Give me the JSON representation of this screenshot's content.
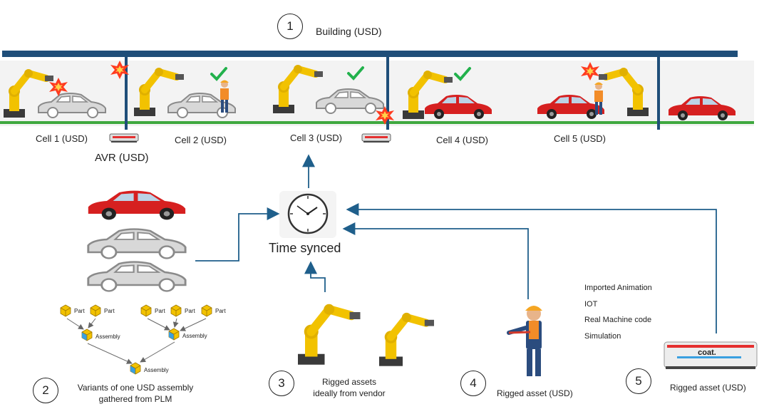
{
  "building": {
    "number": "1",
    "label": "Building (USD)"
  },
  "cells": [
    {
      "label": "Cell 1 (USD)"
    },
    {
      "label": "Cell 2 (USD)"
    },
    {
      "label": "Cell 3 (USD)"
    },
    {
      "label": "Cell 4 (USD)"
    },
    {
      "label": "Cell 5 (USD)"
    }
  ],
  "avr": {
    "label": "AVR (USD)"
  },
  "clock": {
    "label": "Time synced"
  },
  "plm": {
    "number": "2",
    "caption_line1": "Variants of one USD assembly",
    "caption_line2": "gathered from PLM",
    "part_label": "Part",
    "assembly_label": "Assembly"
  },
  "vendor": {
    "number": "3",
    "caption_line1": "Rigged assets",
    "caption_line2": "ideally from vendor"
  },
  "worker": {
    "number": "4",
    "caption": "Rigged asset (USD)"
  },
  "robot_cart": {
    "number": "5",
    "caption": "Rigged asset (USD)",
    "brand": "coat."
  },
  "data_sources": [
    "Imported Animation",
    "IOT",
    "Real Machine code",
    "Simulation"
  ],
  "colors": {
    "frame": "#1f4e79",
    "arrow": "#1f5f8b",
    "robot": "#f2c200",
    "car_red": "#d62020",
    "check": "#22b14c"
  }
}
